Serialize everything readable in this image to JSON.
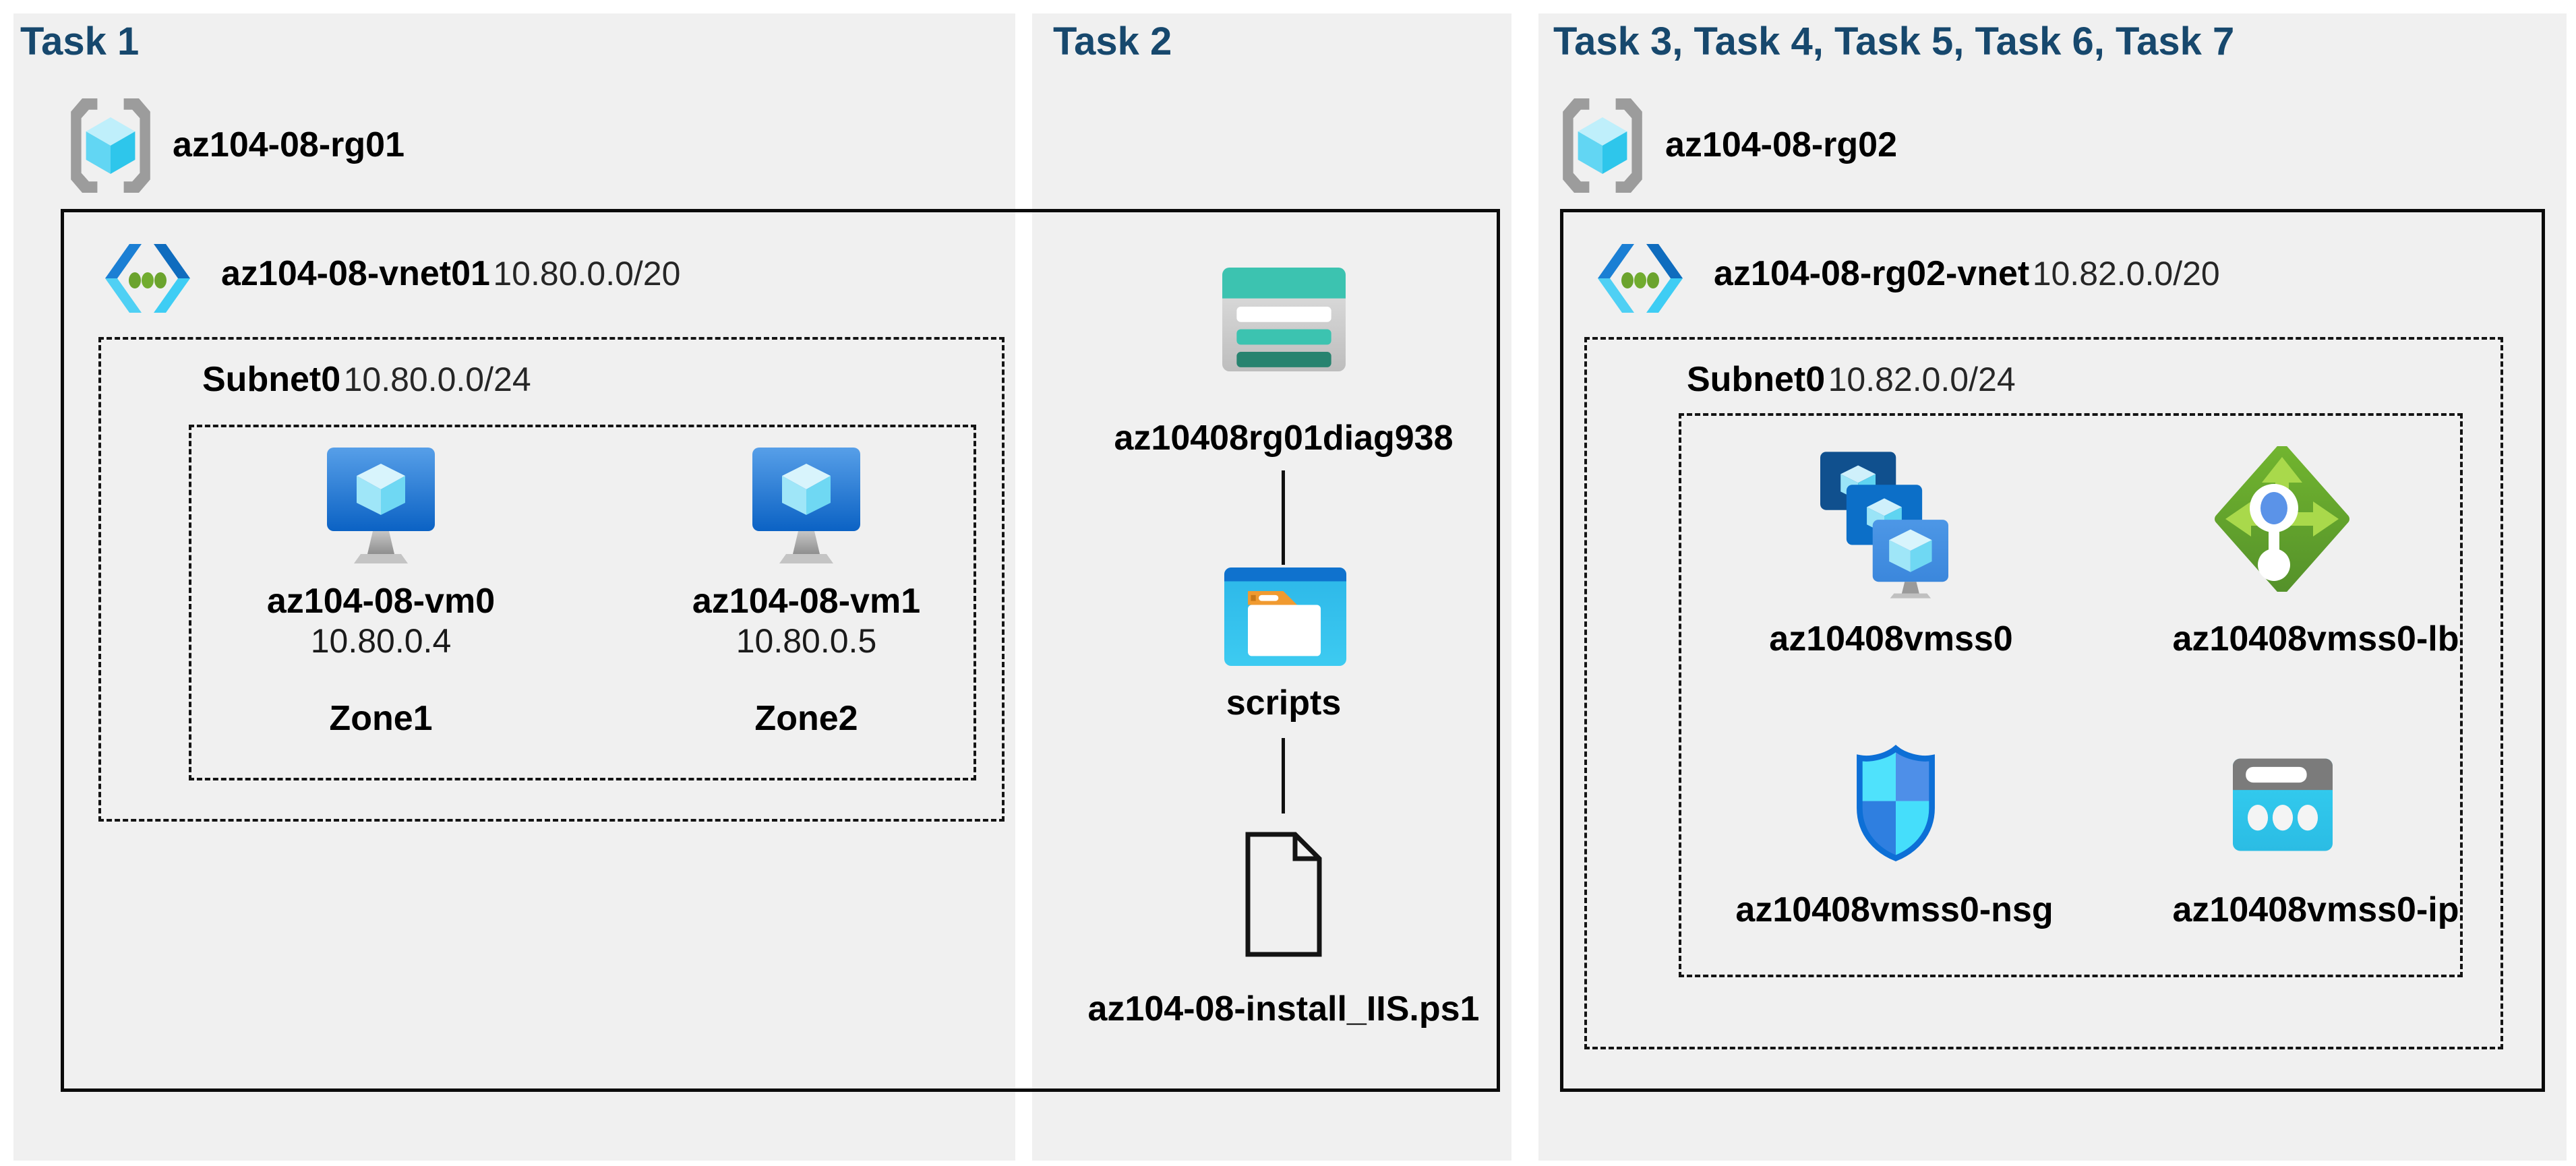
{
  "columns": {
    "task1": {
      "header": "Task 1",
      "resource_group": "az104-08-rg01",
      "vnet": {
        "name": "az104-08-vnet01",
        "cidr": "10.80.0.0/20"
      },
      "subnet": {
        "name": "Subnet0",
        "cidr": "10.80.0.0/24"
      },
      "vms": [
        {
          "name": "az104-08-vm0",
          "ip": "10.80.0.4",
          "zone": "Zone1"
        },
        {
          "name": "az104-08-vm1",
          "ip": "10.80.0.5",
          "zone": "Zone2"
        }
      ]
    },
    "task2": {
      "header": "Task 2",
      "storage_account": "az10408rg01diag938",
      "container": "scripts",
      "file": "az104-08-install_IIS.ps1"
    },
    "task3": {
      "header": "Task 3, Task 4, Task 5, Task 6, Task 7",
      "resource_group": "az104-08-rg02",
      "vnet": {
        "name": "az104-08-rg02-vnet",
        "cidr": "10.82.0.0/20"
      },
      "subnet": {
        "name": "Subnet0",
        "cidr": "10.82.0.0/24"
      },
      "resources": [
        {
          "name": "az10408vmss0"
        },
        {
          "name": "az10408vmss0-lb"
        },
        {
          "name": "az10408vmss0-nsg"
        },
        {
          "name": "az10408vmss0-ip"
        }
      ]
    }
  },
  "colors": {
    "header_navy": "#17486d",
    "panel_gray": "#f0f0f0",
    "border_black": "#0b0b0b",
    "azure_blue": "#0c66c2",
    "cyan_cube": "#4fd0f4",
    "teal_storage": "#3cc3b0",
    "green_lb": "#63a42c",
    "orange_folder": "#f09a30"
  }
}
